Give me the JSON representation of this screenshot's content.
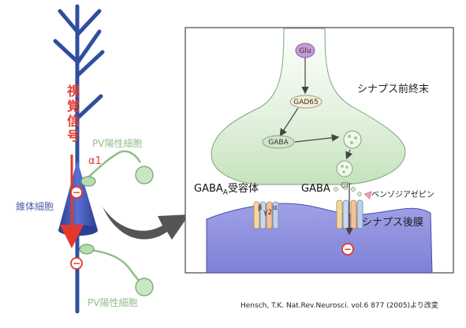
{
  "labels": {
    "visual_signal": "視覚信号",
    "alpha1": "α1",
    "pv_cell_top": "PV陽性細胞",
    "pv_cell_bottom": "PV陽性細胞",
    "pyramidal_cell": "錐体細胞",
    "presynaptic_terminal": "シナプス前終末",
    "gaba_a_receptor_main": "GABA",
    "gaba_a_receptor_sub": "A",
    "gaba_a_receptor_suffix": "受容体",
    "gaba": "GABA",
    "chloride": "Cl⁻",
    "benzodiazepine": "ベンゾジアゼピン",
    "postsynaptic_membrane": "シナプス後膜",
    "inhibition_top": "−",
    "inhibition_bottom": "−",
    "citation": "Hensch, T.K. Nat.Rev.Neurosci. vol.6 877 (2005)より改変"
  },
  "pathway": {
    "glu": "Glu",
    "gad65": "GAD65",
    "gaba_node": "GABA"
  },
  "subunits": {
    "beta": "β",
    "gamma": "γ2",
    "alpha": "α"
  },
  "colors": {
    "dendrite_blue": "#2f4f9e",
    "cell_body_blue": "#3e55b0",
    "membrane_purple": "#8d8fdd",
    "terminal_green": "#d4ebcd",
    "signal_red": "#e4392a",
    "pv_green": "#93c08a",
    "glu_purple": "#c49bd6",
    "arrow_grey": "#555555"
  }
}
